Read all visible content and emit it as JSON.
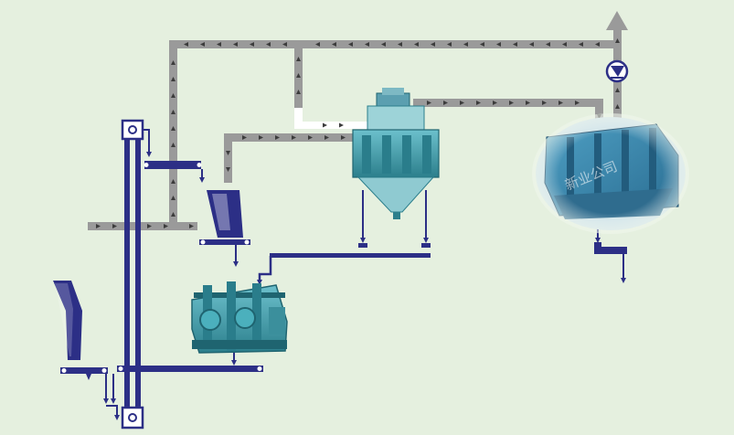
{
  "diagram": {
    "background": "#e5f0df",
    "colors": {
      "air_duct": "#9a9a9a",
      "air_duct_arrow": "#3c3c3c",
      "material_line": "#2c2f86",
      "equipment_body": "#3f9aa9",
      "equipment_dark": "#1f6470",
      "fan": "#2c2f86"
    },
    "equipment": [
      {
        "id": "bucket-elevator",
        "icon": "bucket-elevator"
      },
      {
        "id": "feed-hopper",
        "icon": "hopper"
      },
      {
        "id": "crusher",
        "icon": "crusher"
      },
      {
        "id": "vibrating-screen",
        "icon": "screen"
      },
      {
        "id": "cyclone-collector",
        "icon": "cyclone"
      },
      {
        "id": "bag-filter",
        "icon": "baghouse"
      },
      {
        "id": "exhaust-fan",
        "icon": "fan"
      }
    ],
    "watermark": "新业公司"
  }
}
